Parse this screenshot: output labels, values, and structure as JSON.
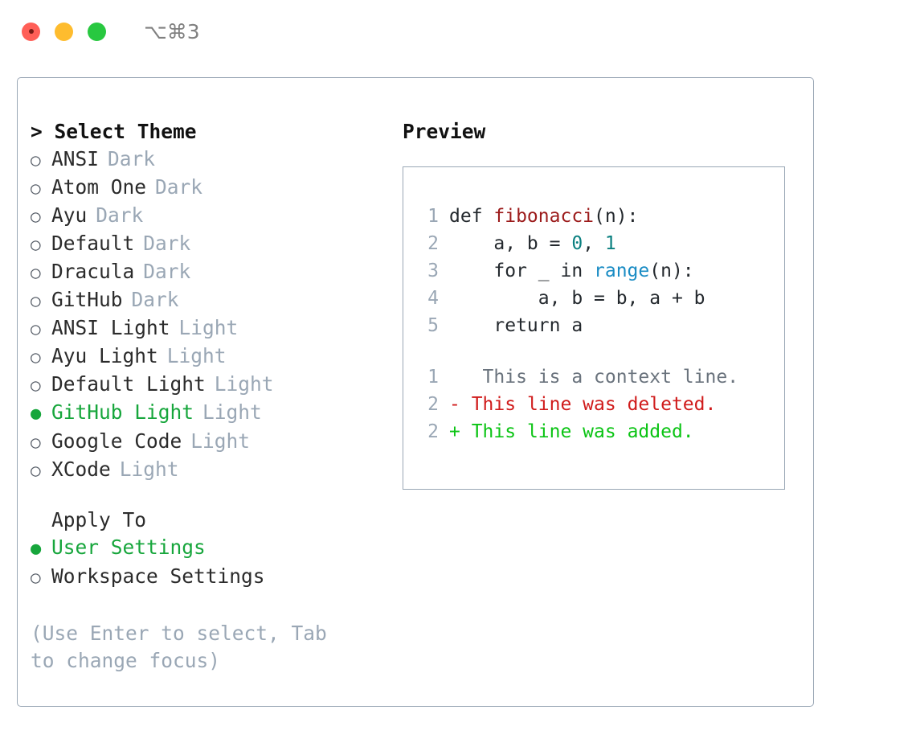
{
  "titlebar": {
    "shortcut": "⌥⌘3",
    "lights": [
      {
        "name": "close",
        "color": "#ff5f57"
      },
      {
        "name": "minimize",
        "color": "#febc2e"
      },
      {
        "name": "maximize",
        "color": "#28c840"
      }
    ]
  },
  "theme_picker": {
    "heading": "> Select Theme",
    "markers": {
      "off": "○",
      "on": "●"
    },
    "selected_color": "#17a63c",
    "items": [
      {
        "marker": "○",
        "label": "ANSI",
        "tag": "Dark",
        "selected": false
      },
      {
        "marker": "○",
        "label": "Atom One",
        "tag": "Dark",
        "selected": false
      },
      {
        "marker": "○",
        "label": "Ayu",
        "tag": "Dark",
        "selected": false
      },
      {
        "marker": "○",
        "label": "Default",
        "tag": "Dark",
        "selected": false
      },
      {
        "marker": "○",
        "label": "Dracula",
        "tag": "Dark",
        "selected": false
      },
      {
        "marker": "○",
        "label": "GitHub",
        "tag": "Dark",
        "selected": false
      },
      {
        "marker": "○",
        "label": "ANSI Light",
        "tag": "Light",
        "selected": false
      },
      {
        "marker": "○",
        "label": "Ayu Light",
        "tag": "Light",
        "selected": false
      },
      {
        "marker": "○",
        "label": "Default Light",
        "tag": "Light",
        "selected": false
      },
      {
        "marker": "●",
        "label": "GitHub Light",
        "tag": "Light",
        "selected": true
      },
      {
        "marker": "○",
        "label": "Google Code",
        "tag": "Light",
        "selected": false
      },
      {
        "marker": "○",
        "label": "XCode",
        "tag": "Light",
        "selected": false
      }
    ]
  },
  "apply_to": {
    "heading": "Apply To",
    "items": [
      {
        "marker": "●",
        "label": "User Settings",
        "selected": true
      },
      {
        "marker": "○",
        "label": "Workspace Settings",
        "selected": false
      }
    ]
  },
  "hint": "(Use Enter to select, Tab to change focus)",
  "preview": {
    "heading": "Preview",
    "code_lines": [
      {
        "no": "1",
        "tokens": [
          {
            "text": "def ",
            "kind": "kw"
          },
          {
            "text": "fibonacci",
            "kind": "fn"
          },
          {
            "text": "(n):",
            "kind": "plain"
          }
        ]
      },
      {
        "no": "2",
        "tokens": [
          {
            "text": "    a, b = ",
            "kind": "plain"
          },
          {
            "text": "0",
            "kind": "num"
          },
          {
            "text": ", ",
            "kind": "plain"
          },
          {
            "text": "1",
            "kind": "num"
          }
        ]
      },
      {
        "no": "3",
        "tokens": [
          {
            "text": "    for _ in ",
            "kind": "plain"
          },
          {
            "text": "range",
            "kind": "call"
          },
          {
            "text": "(n):",
            "kind": "plain"
          }
        ]
      },
      {
        "no": "4",
        "tokens": [
          {
            "text": "        a, b = b, a + b",
            "kind": "plain"
          }
        ]
      },
      {
        "no": "5",
        "tokens": [
          {
            "text": "    return a",
            "kind": "plain"
          }
        ]
      }
    ],
    "diff_lines": [
      {
        "no": "1",
        "sign": " ",
        "text": "  This is a context line.",
        "kind": "ctx"
      },
      {
        "no": "2",
        "sign": "-",
        "text": " This line was deleted.",
        "kind": "del"
      },
      {
        "no": "2",
        "sign": "+",
        "text": " This line was added.",
        "kind": "add"
      }
    ]
  }
}
